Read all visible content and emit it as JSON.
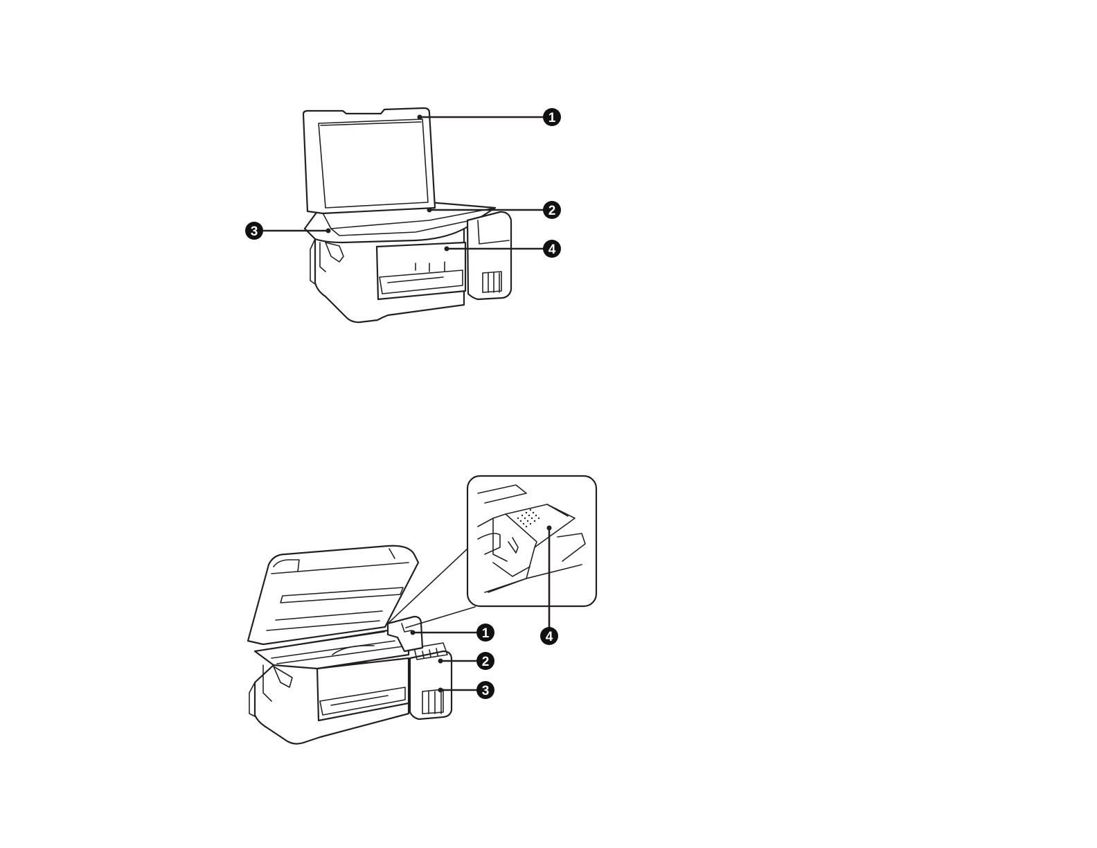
{
  "colors": {
    "line": "#231f20",
    "badge": "#111111",
    "badge_text": "#ffffff",
    "background": "#ffffff"
  },
  "figure_top": {
    "callouts": [
      {
        "number": "1"
      },
      {
        "number": "2"
      },
      {
        "number": "3"
      },
      {
        "number": "4"
      }
    ]
  },
  "figure_bottom": {
    "callouts": [
      {
        "number": "1"
      },
      {
        "number": "2"
      },
      {
        "number": "3"
      },
      {
        "number": "4"
      }
    ]
  }
}
